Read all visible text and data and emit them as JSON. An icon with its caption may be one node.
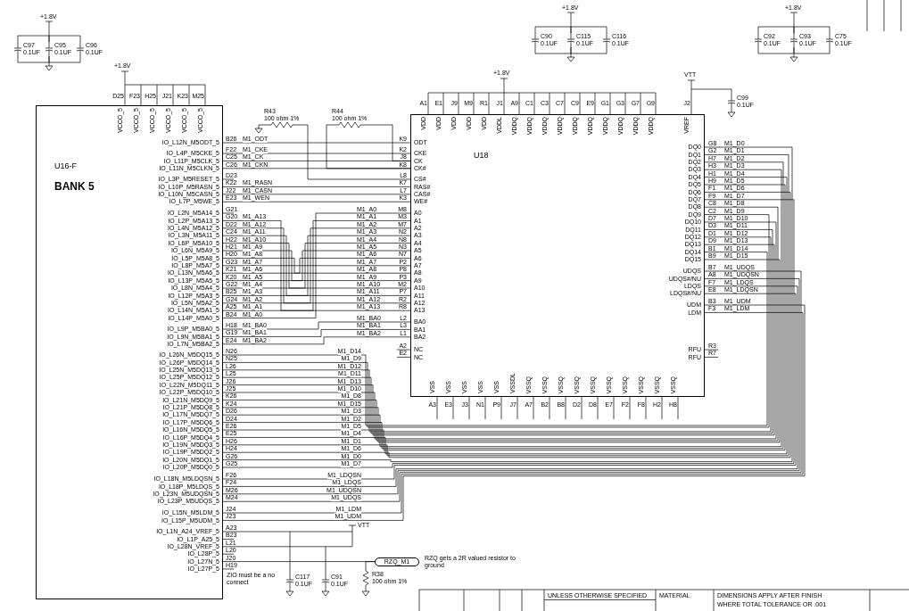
{
  "diagram": {
    "nodes": [
      {
        "text": [
          "U16-F",
          "BANK 5"
        ]
      },
      {
        "text": [
          "U18"
        ]
      },
      {
        "text": [
          "R44",
          "100 ohm 1%"
        ]
      },
      {
        "text": [
          "R43",
          "100 ohm 1%"
        ]
      },
      {
        "text": [
          "R38",
          "100 ohm 1%"
        ]
      },
      {
        "text": [
          "RZQ_M1"
        ],
        "beside": [
          "RZQ gets a 2R valued resistor to ground"
        ]
      },
      {
        "text": [
          "C97",
          "0.1UF"
        ]
      },
      {
        "text": [
          "C95",
          "0.1UF"
        ]
      },
      {
        "text": [
          "C96",
          "0.1UF"
        ]
      },
      {
        "text": [
          "C90",
          "0.1UF"
        ]
      },
      {
        "text": [
          "C115",
          "0.1UF"
        ]
      },
      {
        "text": [
          "C116",
          "0.1UF"
        ]
      },
      {
        "text": [
          "C92",
          "0.1UF"
        ]
      },
      {
        "text": [
          "C93",
          "0.1UF"
        ]
      },
      {
        "text": [
          "C75",
          "0.1UF"
        ]
      },
      {
        "text": [
          "C99",
          "0.1UF"
        ]
      },
      {
        "text": [
          "C91",
          "0.1UF"
        ]
      },
      {
        "text": [
          "C117",
          "0.1UF"
        ]
      }
    ],
    "edges": [
      {
        "from": 0,
        "to": 1,
        "arrow": "none",
        "label": "M1_ODT"
      },
      {
        "from": 0,
        "to": 1,
        "arrow": "none",
        "label": "M1_CKE"
      },
      {
        "from": 0,
        "to": 1,
        "arrow": "none",
        "label": "M1_CK"
      },
      {
        "from": 0,
        "to": 1,
        "arrow": "none",
        "label": "M1_CKN"
      },
      {
        "from": 0,
        "to": 1,
        "arrow": "none",
        "label": "M1_RASN"
      },
      {
        "from": 0,
        "to": 1,
        "arrow": "none",
        "label": "M1_CASN"
      },
      {
        "from": 0,
        "to": 1,
        "arrow": "none",
        "label": "M1_WEN"
      },
      {
        "from": 0,
        "to": 1,
        "arrow": "none",
        "label": "M1_A13"
      },
      {
        "from": 0,
        "to": 1,
        "arrow": "none",
        "label": "M1_A12"
      },
      {
        "from": 0,
        "to": 1,
        "arrow": "none",
        "label": "M1_A11"
      },
      {
        "from": 0,
        "to": 1,
        "arrow": "none",
        "label": "M1_A10"
      },
      {
        "from": 0,
        "to": 1,
        "arrow": "none",
        "label": "M1_A9"
      },
      {
        "from": 0,
        "to": 1,
        "arrow": "none",
        "label": "M1_A8"
      },
      {
        "from": 0,
        "to": 1,
        "arrow": "none",
        "label": "M1_A7"
      },
      {
        "from": 0,
        "to": 1,
        "arrow": "none",
        "label": "M1_A6"
      },
      {
        "from": 0,
        "to": 1,
        "arrow": "none",
        "label": "M1_A5"
      },
      {
        "from": 0,
        "to": 1,
        "arrow": "none",
        "label": "M1_A4"
      },
      {
        "from": 0,
        "to": 1,
        "arrow": "none",
        "label": "M1_A3"
      },
      {
        "from": 0,
        "to": 1,
        "arrow": "none",
        "label": "M1_A2"
      },
      {
        "from": 0,
        "to": 1,
        "arrow": "none",
        "label": "M1_A1"
      },
      {
        "from": 0,
        "to": 1,
        "arrow": "none",
        "label": "M1_A0"
      },
      {
        "from": 0,
        "to": 1,
        "arrow": "none",
        "label": "M1_BA0"
      },
      {
        "from": 0,
        "to": 1,
        "arrow": "none",
        "label": "M1_BA1"
      },
      {
        "from": 0,
        "to": 1,
        "arrow": "none",
        "label": "M1_BA2"
      },
      {
        "from": 0,
        "to": 1,
        "arrow": "none",
        "label": "M1_D14"
      },
      {
        "from": 0,
        "to": 1,
        "arrow": "none",
        "label": "M1_D9"
      },
      {
        "from": 0,
        "to": 1,
        "arrow": "none",
        "label": "M1_D12"
      },
      {
        "from": 0,
        "to": 1,
        "arrow": "none",
        "label": "M1_D11"
      },
      {
        "from": 0,
        "to": 1,
        "arrow": "none",
        "label": "M1_D13"
      },
      {
        "from": 0,
        "to": 1,
        "arrow": "none",
        "label": "M1_D10"
      },
      {
        "from": 0,
        "to": 1,
        "arrow": "none",
        "label": "M1_D8"
      },
      {
        "from": 0,
        "to": 1,
        "arrow": "none",
        "label": "M1_D15"
      },
      {
        "from": 0,
        "to": 1,
        "arrow": "none",
        "label": "M1_D3"
      },
      {
        "from": 0,
        "to": 1,
        "arrow": "none",
        "label": "M1_D2"
      },
      {
        "from": 0,
        "to": 1,
        "arrow": "none",
        "label": "M1_D5"
      },
      {
        "from": 0,
        "to": 1,
        "arrow": "none",
        "label": "M1_D4"
      },
      {
        "from": 0,
        "to": 1,
        "arrow": "none",
        "label": "M1_D1"
      },
      {
        "from": 0,
        "to": 1,
        "arrow": "none",
        "label": "M1_D6"
      },
      {
        "from": 0,
        "to": 1,
        "arrow": "none",
        "label": "M1_D0"
      },
      {
        "from": 0,
        "to": 1,
        "arrow": "none",
        "label": "M1_D7"
      },
      {
        "from": 0,
        "to": 1,
        "arrow": "none",
        "label": "M1_LDQSN"
      },
      {
        "from": 0,
        "to": 1,
        "arrow": "none",
        "label": "M1_LDQS"
      },
      {
        "from": 0,
        "to": 1,
        "arrow": "none",
        "label": "M1_UDQSN"
      },
      {
        "from": 0,
        "to": 1,
        "arrow": "none",
        "label": "M1_UDQS"
      },
      {
        "from": 0,
        "to": 1,
        "arrow": "none",
        "label": "M1_LDM"
      },
      {
        "from": 0,
        "to": 1,
        "arrow": "none",
        "label": "M1_UDM"
      },
      {
        "from": 2,
        "to": 1,
        "arrow": "none"
      },
      {
        "from": 2,
        "to": 1,
        "arrow": "none"
      },
      {
        "from": 3,
        "to": 1,
        "arrow": "none"
      },
      {
        "from": 0,
        "to": 5,
        "arrow": "none"
      },
      {
        "from": 4,
        "to": 5,
        "arrow": "none"
      },
      {
        "from": 15,
        "to": 1,
        "arrow": "none"
      },
      {
        "from": 16,
        "to": 0,
        "arrow": "none"
      },
      {
        "from": 17,
        "to": 0,
        "arrow": "none"
      },
      {
        "from": 6,
        "to": 7,
        "arrow": "none"
      },
      {
        "from": 7,
        "to": 8,
        "arrow": "none"
      },
      {
        "from": 6,
        "to": 7,
        "arrow": "none"
      },
      {
        "from": 7,
        "to": 8,
        "arrow": "none"
      },
      {
        "from": 9,
        "to": 10,
        "arrow": "none"
      },
      {
        "from": 10,
        "to": 11,
        "arrow": "none"
      },
      {
        "from": 9,
        "to": 10,
        "arrow": "none"
      },
      {
        "from": 10,
        "to": 11,
        "arrow": "none"
      },
      {
        "from": 12,
        "to": 13,
        "arrow": "none"
      },
      {
        "from": 13,
        "to": 14,
        "arrow": "none"
      },
      {
        "from": 12,
        "to": 13,
        "arrow": "none"
      },
      {
        "from": 13,
        "to": 14,
        "arrow": "none"
      }
    ],
    "labels": [
      "+1.8V",
      "D25",
      "F23",
      "H25",
      "J21",
      "K23",
      "M25",
      "VCCO_5",
      "VCCO_5",
      "VCCO_5",
      "VCCO_5",
      "VCCO_5",
      "VCCO_5",
      "IO_L12N_M5ODT_5",
      "B26",
      "IO_L4P_M5CKE_5",
      "F22",
      "IO_L11P_M5CLK_5",
      "C25",
      "IO_L11N_M5CLKN_5",
      "C26",
      "IO_L3P_M5RESET_5",
      "D23",
      "IO_L10P_M5RASN_5",
      "K22",
      "IO_L10N_M5CASN_5",
      "J22",
      "IO_L7P_M5WE_5",
      "E23",
      "IO_L2N_M5A14_5",
      "G21",
      "IO_L2P_M5A13_5",
      "G20",
      "IO_L4N_M5A12_5",
      "D22",
      "IO_L3N_M5A11_5",
      "C24",
      "IO_L6P_M5A10_5",
      "H22",
      "IO_L6N_M5A9_5",
      "H21",
      "IO_L5P_M5A8_5",
      "H20",
      "IO_L8P_M5A7_5",
      "G23",
      "IO_L13N_M5A6_5",
      "K21",
      "IO_L13P_M5A5_5",
      "K20",
      "IO_L8N_M5A4_5",
      "G22",
      "IO_L12P_M5A3_5",
      "B25",
      "IO_L5N_M5A2_5",
      "G24",
      "IO_L14N_M5A1_5",
      "A25",
      "IO_L14P_M5A0_5",
      "B24",
      "IO_L9P_M5BA0_5",
      "H18",
      "IO_L9N_M5BA1_5",
      "G19",
      "IO_L7N_M5BA2_5",
      "E24",
      "IO_L26N_M5DQ15_5",
      "N26",
      "IO_L26P_M5DQ14_5",
      "N25",
      "IO_L25N_M5DQ13_5",
      "L26",
      "IO_L25P_M5DQ12_5",
      "L25",
      "IO_L22N_M5DQ11_5",
      "J26",
      "IO_L22P_M5DQ10_5",
      "J25",
      "IO_L21N_M5DQ9_5",
      "K26",
      "IO_L21P_M5DQ8_5",
      "K24",
      "IO_L17N_M5DQ7_5",
      "D26",
      "IO_L17P_M5DQ6_5",
      "D24",
      "IO_L16N_M5DQ5_5",
      "E26",
      "IO_L16P_M5DQ4_5",
      "E25",
      "IO_L19N_M5DQ3_5",
      "H26",
      "IO_L19P_M5DQ2_5",
      "H24",
      "IO_L20N_M5DQ1_5",
      "G26",
      "IO_L20P_M5DQ0_5",
      "G25",
      "IO_L18N_M5LDQSN_5",
      "F26",
      "IO_L18P_M5LDQS_5",
      "F24",
      "IO_L23N_M5UDQSN_5",
      "M26",
      "IO_L23P_M5UDQS_5",
      "M24",
      "IO_L15N_M5LDM_5",
      "J24",
      "IO_L15P_M5UDM_5",
      "J23",
      "IO_L1N_A24_VREF_5",
      "A23",
      "IO_L1P_A25_5",
      "B23",
      "IO_L28N_VREF_5",
      "L21",
      "IO_L28P_5",
      "L20",
      "IO_L27N_5",
      "J20",
      "IO_L27P_5",
      "H19",
      "ZIO must be a no connect",
      "VTT",
      "+1.8V",
      "VTT",
      "A1",
      "E1",
      "J9",
      "M9",
      "R1",
      "J1",
      "A9",
      "C1",
      "C3",
      "C7",
      "C9",
      "E9",
      "G1",
      "G3",
      "G7",
      "G9",
      "J2",
      "VDD",
      "VDD",
      "VDD",
      "VDD",
      "VDD",
      "VDDL",
      "VDDQ",
      "VDDQ",
      "VDDQ",
      "VDDQ",
      "VDDQ",
      "VDDQ",
      "VDDQ",
      "VDDQ",
      "VDDQ",
      "VDDQ",
      "VREF",
      "K9",
      "ODT",
      "K2",
      "CKE",
      "J8",
      "CK",
      "K8",
      "CK#",
      "L8",
      "CS#",
      "K7",
      "RAS#",
      "L7",
      "CAS#",
      "K3",
      "WE#",
      "M8",
      "A0",
      "M3",
      "A1",
      "M7",
      "A2",
      "N2",
      "A3",
      "N8",
      "A4",
      "N3",
      "A5",
      "N7",
      "A6",
      "P2",
      "A7",
      "P8",
      "A8",
      "P3",
      "A9",
      "M2",
      "A10",
      "P7",
      "A11",
      "R2",
      "A12",
      "R8",
      "A13",
      "L2",
      "BA0",
      "L3",
      "BA1",
      "L1",
      "BA2",
      "A2",
      "NC",
      "E2",
      "NC",
      "M1_A0",
      "M1_A1",
      "M1_A2",
      "M1_A3",
      "M1_A4",
      "M1_A5",
      "M1_A6",
      "M1_A7",
      "M1_A8",
      "M1_A9",
      "M1_A10",
      "M1_A11",
      "M1_A12",
      "M1_A13",
      "M1_BA0",
      "M1_BA1",
      "M1_BA2",
      "DQ0",
      "G8",
      "DQ1",
      "G2",
      "DQ2",
      "H7",
      "DQ3",
      "H3",
      "DQ4",
      "H1",
      "DQ5",
      "H9",
      "DQ6",
      "F1",
      "DQ7",
      "F9",
      "DQ8",
      "C8",
      "DQ9",
      "C2",
      "DQ10",
      "D7",
      "DQ11",
      "D3",
      "DQ12",
      "D1",
      "DQ13",
      "D9",
      "DQ14",
      "B1",
      "DQ15",
      "B9",
      "UDQS",
      "B7",
      "UDQS#/NU",
      "A8",
      "LDQS",
      "F7",
      "LDQS#/NU",
      "E8",
      "UDM",
      "B3",
      "LDM",
      "F3",
      "RFU",
      "R3",
      "RFU",
      "R7",
      "M1_D0",
      "M1_D1",
      "M1_D2",
      "M1_D3",
      "M1_D4",
      "M1_D5",
      "M1_D6",
      "M1_D7",
      "M1_D8",
      "M1_D9",
      "M1_D10",
      "M1_D11",
      "M1_D12",
      "M1_D13",
      "M1_D14",
      "M1_D15",
      "M1_UDQS",
      "M1_UDQSN",
      "M1_LDQS",
      "M1_LDQSN",
      "M1_UDM",
      "M1_LDM",
      "A3",
      "E3",
      "J3",
      "N1",
      "P9",
      "J7",
      "A7",
      "B2",
      "B8",
      "D2",
      "D8",
      "E7",
      "F2",
      "F8",
      "H2",
      "H8",
      "VSS",
      "VSS",
      "VSS",
      "VSS",
      "VSS",
      "VSSDL",
      "VSSQ",
      "VSSQ",
      "VSSQ",
      "VSSQ",
      "VSSQ",
      "VSSQ",
      "VSSQ",
      "VSSQ",
      "VSSQ",
      "VSSQ",
      "+1.8V",
      "+1.8V",
      "+1.8V",
      "UNLESS OTHERWISE SPECIFIED",
      "MATERIAL",
      "DIMENSIONS APPLY AFTER FINISH",
      "WHERE TOTAL TOLERANCE OR .001"
    ]
  }
}
